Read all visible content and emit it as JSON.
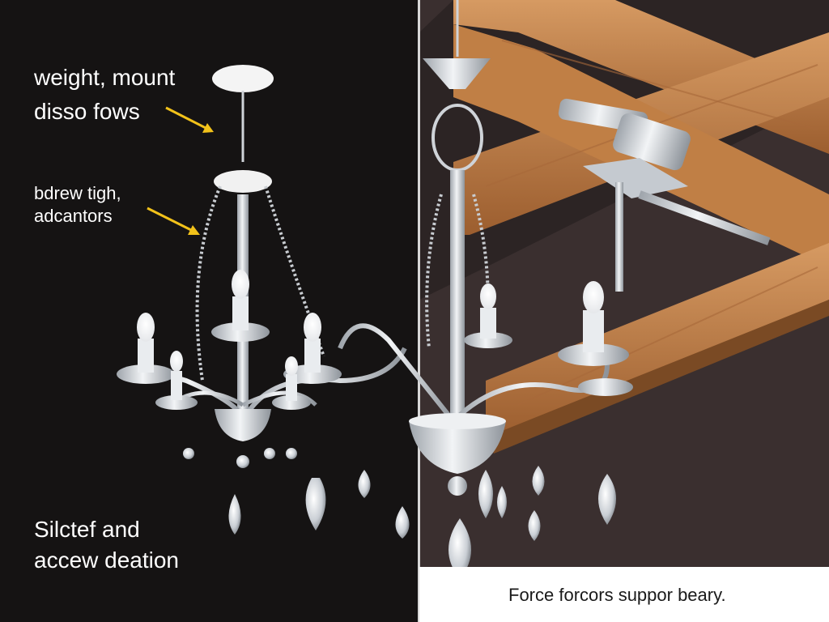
{
  "annotations": {
    "top_line1": "weight, mount",
    "top_line2": "disso fows",
    "mid_line1": "bdrew tigh,",
    "mid_line2": "adcantors",
    "bottom_line1": "Silctef and",
    "bottom_line2": "accew deation"
  },
  "caption": "Force forcors suppor beary.",
  "colors": {
    "background_left": "#151313",
    "wood": "#b5743f",
    "metal": "#d9dde2",
    "arrow": "#f2c21a",
    "caption_bg": "#ffffff"
  }
}
